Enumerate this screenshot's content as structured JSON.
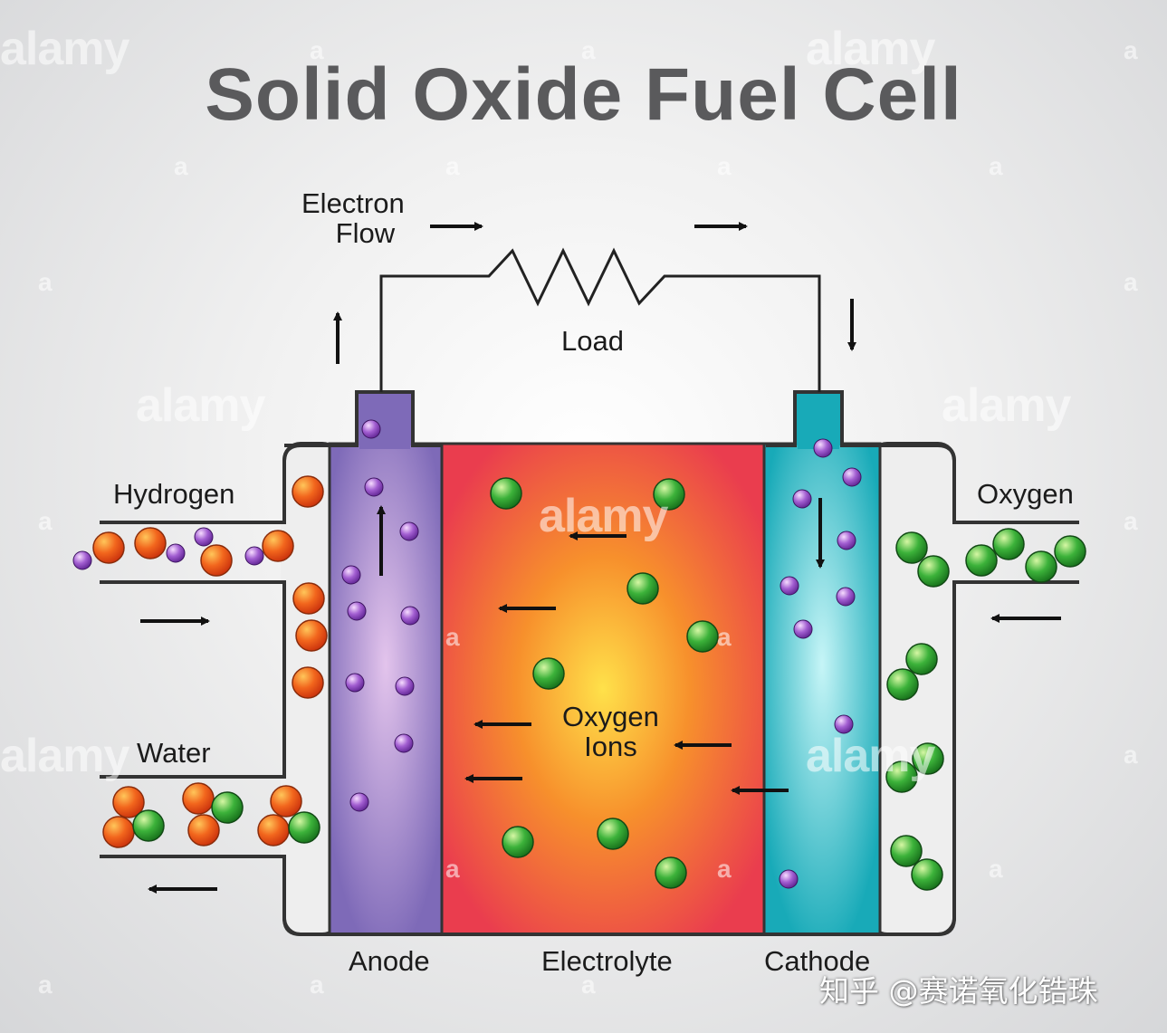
{
  "title": "Solid Oxide Fuel Cell",
  "labels": {
    "electron_flow_line1": "Electron",
    "electron_flow_line2": "Flow",
    "load": "Load",
    "hydrogen": "Hydrogen",
    "oxygen": "Oxygen",
    "water": "Water",
    "oxygen_ions_line1": "Oxygen",
    "oxygen_ions_line2": "Ions",
    "anode": "Anode",
    "electrolyte": "Electrolyte",
    "cathode": "Cathode"
  },
  "watermark": {
    "brand": "alamy",
    "mark": "a"
  },
  "credit": "知乎 @赛诺氧化锆珠",
  "colors": {
    "title": "#5a5a5c",
    "anode": "#7e6ab8",
    "anode_glow": "#e3c4ec",
    "electrolyte_center": "#ffe14a",
    "electrolyte_mid": "#f7902c",
    "electrolyte_edge": "#ea3d4e",
    "cathode": "#18aab8",
    "cathode_glow": "#c6f5f7",
    "hydrogen_molecule": "#f0561c",
    "oxygen_molecule": "#2aa62a",
    "electron": "#8a3dbb"
  },
  "icons": {
    "resistor": "load-resistor-icon",
    "arrow": "flow-arrow-icon"
  }
}
